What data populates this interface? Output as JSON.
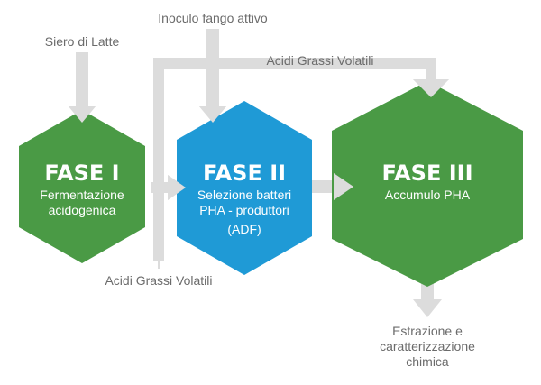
{
  "colors": {
    "green": "#4a9a45",
    "blue": "#1f9ad6",
    "arrow": "#dcdcdc",
    "text": "#6b6b6b"
  },
  "labels": {
    "siero": "Siero di Latte",
    "inoculo": "Inoculo fango attivo",
    "agv_top": "Acidi Grassi Volatili",
    "agv_bottom": "Acidi Grassi Volatili",
    "output_line1": "Estrazione e",
    "output_line2": "caratterizzazione",
    "output_line3": "chimica"
  },
  "phases": [
    {
      "title": "FASE I",
      "sub1": "Fermentazione",
      "sub2": "acidogenica",
      "sub3": ""
    },
    {
      "title": "FASE II",
      "sub1": "Selezione batteri",
      "sub2": "PHA - produttori",
      "sub3": "(ADF)"
    },
    {
      "title": "FASE III",
      "sub1": "Accumulo PHA",
      "sub2": "",
      "sub3": ""
    }
  ]
}
